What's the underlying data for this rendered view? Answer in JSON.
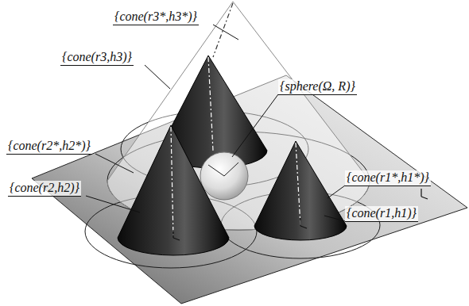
{
  "diagram": {
    "labels": [
      "{cone(r3*,h3*)}",
      "{cone(r3,h3)}",
      "{sphere(Ω, R)}",
      "{cone(r2*,h2*)}",
      "{cone(r1*,h1*)}",
      "{cone(r2,h2)}",
      "{cone(r1,h1)}"
    ]
  }
}
